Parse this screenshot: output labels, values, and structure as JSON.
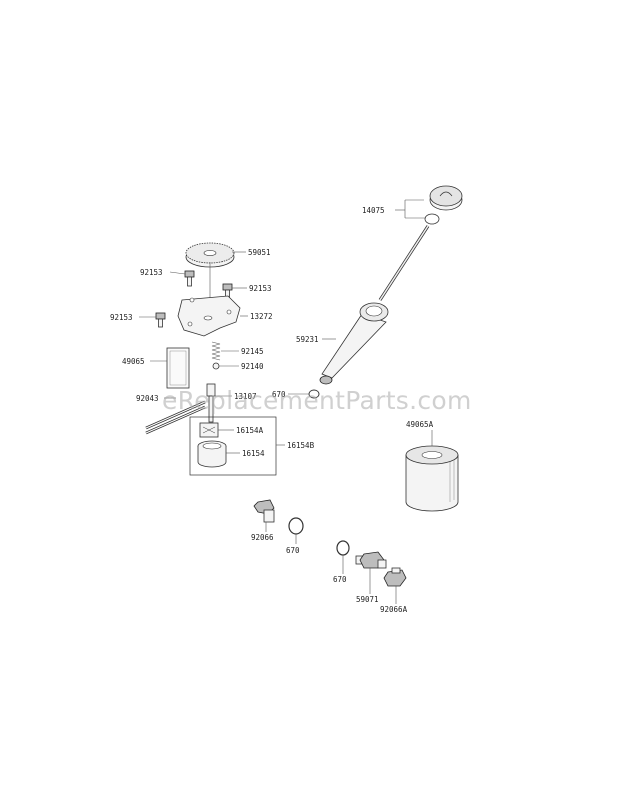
{
  "watermark": "eReplacementParts.com",
  "colors": {
    "line": "#333333",
    "label": "#222222",
    "watermark": "#aaaaaa"
  },
  "parts": [
    {
      "id": "59051",
      "label": "59051"
    },
    {
      "id": "92153a",
      "label": "92153"
    },
    {
      "id": "92153b",
      "label": "92153"
    },
    {
      "id": "92153c",
      "label": "92153"
    },
    {
      "id": "13272",
      "label": "13272"
    },
    {
      "id": "49065",
      "label": "49065"
    },
    {
      "id": "92145",
      "label": "92145"
    },
    {
      "id": "92140",
      "label": "92140"
    },
    {
      "id": "92043",
      "label": "92043"
    },
    {
      "id": "13107",
      "label": "13107"
    },
    {
      "id": "16154A",
      "label": "16154A"
    },
    {
      "id": "16154B",
      "label": "16154B"
    },
    {
      "id": "16154",
      "label": "16154"
    },
    {
      "id": "14075",
      "label": "14075"
    },
    {
      "id": "59231",
      "label": "59231"
    },
    {
      "id": "670a",
      "label": "670"
    },
    {
      "id": "49065A",
      "label": "49065A"
    },
    {
      "id": "92066",
      "label": "92066"
    },
    {
      "id": "670b",
      "label": "670"
    },
    {
      "id": "670c",
      "label": "670"
    },
    {
      "id": "59071",
      "label": "59071"
    },
    {
      "id": "92066A",
      "label": "92066A"
    }
  ]
}
